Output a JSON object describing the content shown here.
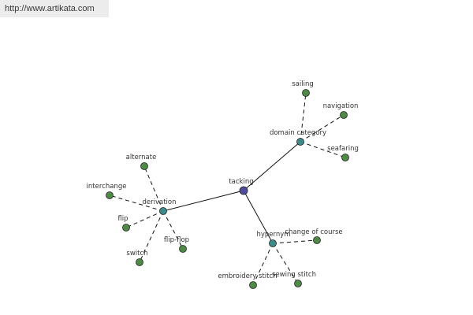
{
  "source_link": "http://www.artikata.com",
  "colors": {
    "root": "#4d4d9c",
    "relation": "#3f8a8a",
    "leaf": "#4e8a46",
    "edge": "#111111"
  },
  "graph": {
    "nodes": [
      {
        "id": "tacking",
        "label": "tacking",
        "kind": "root"
      },
      {
        "id": "domain-category",
        "label": "domain category",
        "kind": "relation"
      },
      {
        "id": "derivation",
        "label": "derivation",
        "kind": "relation"
      },
      {
        "id": "hypernym",
        "label": "hypernym",
        "kind": "relation"
      },
      {
        "id": "sailing",
        "label": "sailing",
        "kind": "leaf"
      },
      {
        "id": "navigation",
        "label": "navigation",
        "kind": "leaf"
      },
      {
        "id": "seafaring",
        "label": "seafaring",
        "kind": "leaf"
      },
      {
        "id": "alternate",
        "label": "alternate",
        "kind": "leaf"
      },
      {
        "id": "interchange",
        "label": "interchange",
        "kind": "leaf"
      },
      {
        "id": "flip",
        "label": "flip",
        "kind": "leaf"
      },
      {
        "id": "switch",
        "label": "switch",
        "kind": "leaf"
      },
      {
        "id": "flip-flop",
        "label": "flip-flop",
        "kind": "leaf"
      },
      {
        "id": "change-of-course",
        "label": "change of course",
        "kind": "leaf"
      },
      {
        "id": "embroidery-stitch",
        "label": "embroidery stitch",
        "kind": "leaf"
      },
      {
        "id": "sewing-stitch",
        "label": "sewing stitch",
        "kind": "leaf"
      }
    ],
    "edges": [
      {
        "from": "tacking",
        "to": "domain-category",
        "style": "solid"
      },
      {
        "from": "tacking",
        "to": "derivation",
        "style": "solid"
      },
      {
        "from": "tacking",
        "to": "hypernym",
        "style": "solid"
      },
      {
        "from": "domain-category",
        "to": "sailing",
        "style": "dashed"
      },
      {
        "from": "domain-category",
        "to": "navigation",
        "style": "dashed"
      },
      {
        "from": "domain-category",
        "to": "seafaring",
        "style": "dashed"
      },
      {
        "from": "derivation",
        "to": "alternate",
        "style": "dashed"
      },
      {
        "from": "derivation",
        "to": "interchange",
        "style": "dashed"
      },
      {
        "from": "derivation",
        "to": "flip",
        "style": "dashed"
      },
      {
        "from": "derivation",
        "to": "switch",
        "style": "dashed"
      },
      {
        "from": "derivation",
        "to": "flip-flop",
        "style": "dashed"
      },
      {
        "from": "hypernym",
        "to": "change-of-course",
        "style": "dashed"
      },
      {
        "from": "hypernym",
        "to": "embroidery-stitch",
        "style": "dashed"
      },
      {
        "from": "hypernym",
        "to": "sewing-stitch",
        "style": "dashed"
      }
    ]
  }
}
